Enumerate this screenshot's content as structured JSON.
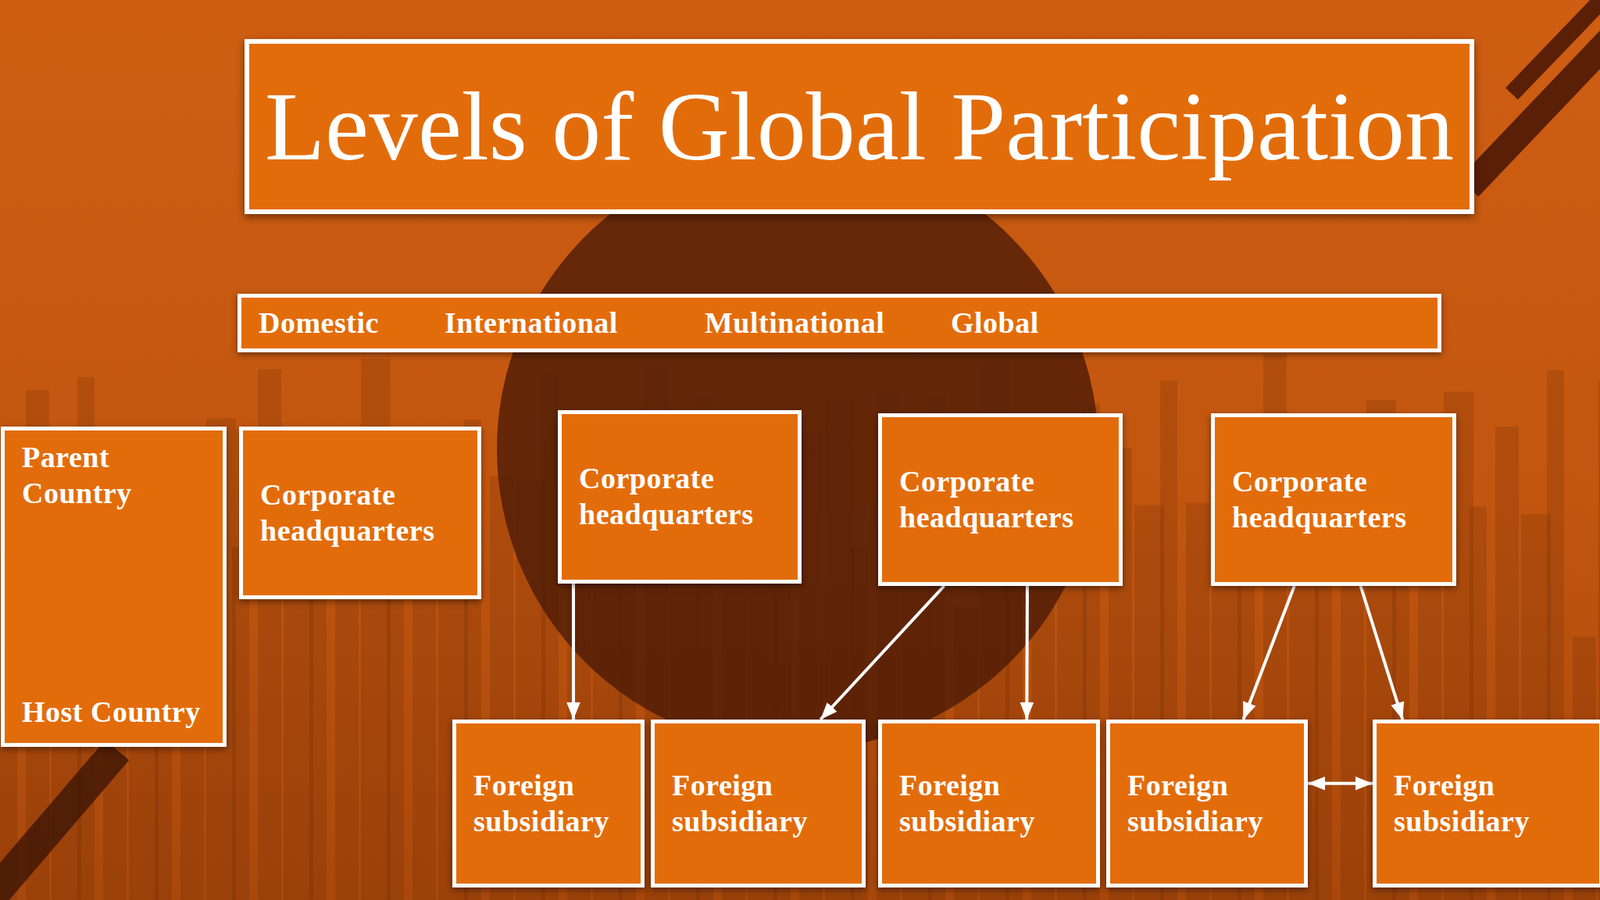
{
  "diagram": {
    "title": "Levels of Global Participation",
    "nodes": [
      {
        "text": [
          "Domestic",
          "International",
          "Multinational",
          "Global"
        ]
      },
      {
        "text": [
          "Parent Country",
          "Host Country"
        ]
      },
      {
        "text": [
          "Corporate headquarters"
        ]
      },
      {
        "text": [
          "Corporate headquarters"
        ]
      },
      {
        "text": [
          "Corporate headquarters"
        ]
      },
      {
        "text": [
          "Corporate headquarters"
        ]
      },
      {
        "text": [
          "Foreign subsidiary"
        ]
      },
      {
        "text": [
          "Foreign subsidiary"
        ]
      },
      {
        "text": [
          "Foreign subsidiary"
        ]
      },
      {
        "text": [
          "Foreign subsidiary"
        ]
      },
      {
        "text": [
          "Foreign subsidiary"
        ]
      }
    ],
    "edges": [
      {
        "from": 3,
        "to": 6,
        "arrow": "to"
      },
      {
        "from": 4,
        "to": 7,
        "arrow": "to"
      },
      {
        "from": 4,
        "to": 8,
        "arrow": "to"
      },
      {
        "from": 5,
        "to": 9,
        "arrow": "to"
      },
      {
        "from": 5,
        "to": 10,
        "arrow": "to"
      },
      {
        "from": 9,
        "to": 10,
        "arrow": "both"
      }
    ]
  }
}
